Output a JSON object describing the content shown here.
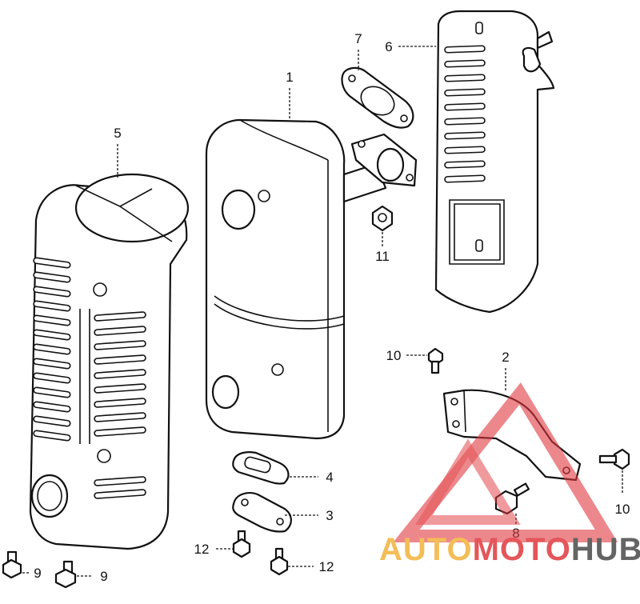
{
  "diagram": {
    "callouts": {
      "c1": "1",
      "c2": "2",
      "c3": "3",
      "c4": "4",
      "c5": "5",
      "c6": "6",
      "c7": "7",
      "c8": "8",
      "c9a": "9",
      "c9b": "9",
      "c10a": "10",
      "c10b": "10",
      "c11": "11",
      "c12a": "12",
      "c12b": "12"
    }
  },
  "watermark": {
    "part1": "AUTO",
    "part2": "MOTO",
    "part3": "HUB",
    "colors": {
      "auto": "#f2b23a",
      "moto": "#e0393e",
      "hub": "#4a4a4a",
      "triangle": "#e0393e"
    }
  }
}
